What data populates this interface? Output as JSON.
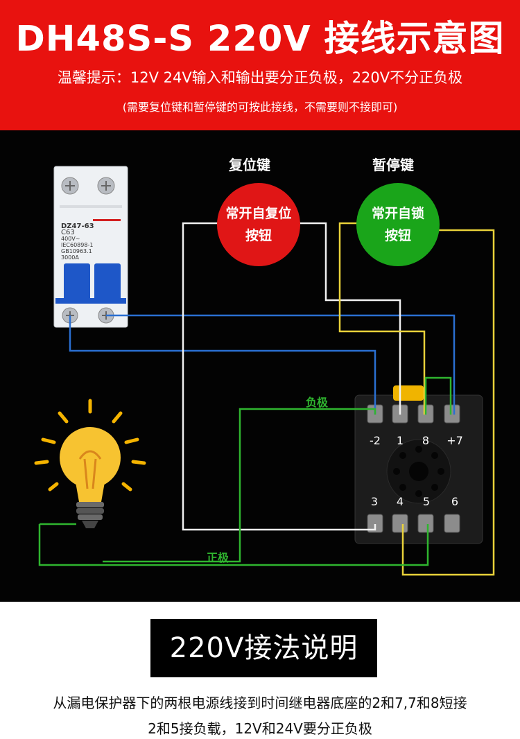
{
  "header": {
    "title": "DH48S-S 220V 接线示意图",
    "tip": "温馨提示：12V 24V输入和输出要分正负极，220V不分正负极",
    "note": "(需要复位键和暂停键的可按此接线，不需要则不接即可)"
  },
  "diagram": {
    "reset_label": "复位键",
    "pause_label": "暂停键",
    "reset_button": {
      "line1": "常开自复位",
      "line2": "按钮",
      "color": "#e01616"
    },
    "pause_button": {
      "line1": "常开自锁",
      "line2": "按钮",
      "color": "#1aa51a"
    },
    "breaker": {
      "model": "DZ47-63",
      "rating": "C63",
      "spec1": "400V~",
      "spec2": "IEC60898-1",
      "spec3": "GB10963.1",
      "spec4": "3000A"
    },
    "terminals_top": [
      "-2",
      "1",
      "8",
      "+7"
    ],
    "terminals_bottom": [
      "3",
      "4",
      "5",
      "6"
    ],
    "negative_label": "负极",
    "positive_label": "正极",
    "wire_colors": {
      "blue": "#2a6fd1",
      "white": "#f2f2f2",
      "yellow": "#e9d23a",
      "green": "#2fb52f"
    }
  },
  "section": {
    "title": "220V接法说明",
    "line1": "从漏电保护器下的两根电源线接到时间继电器底座的2和7,7和8短接",
    "line2": "2和5接负载，12V和24V要分正负极"
  }
}
